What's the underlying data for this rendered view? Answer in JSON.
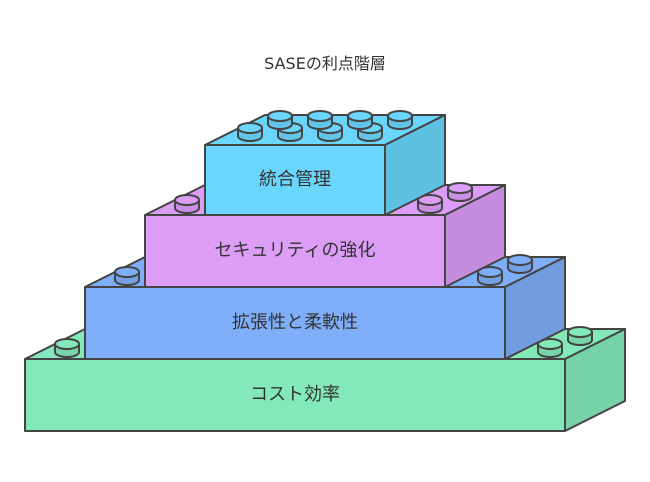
{
  "title": "SASEの利点階層",
  "layers": [
    {
      "label": "統合管理",
      "color": "#6ad6fb",
      "side_color": "#63cbef"
    },
    {
      "label": "セキュリティの強化",
      "color": "#dc9df7",
      "side_color": "#d293ee"
    },
    {
      "label": "拡張性と柔軟性",
      "color": "#7eaef8",
      "side_color": "#75a3ef"
    },
    {
      "label": "コスト効率",
      "color": "#83e9bb",
      "side_color": "#7ade b0"
    }
  ]
}
